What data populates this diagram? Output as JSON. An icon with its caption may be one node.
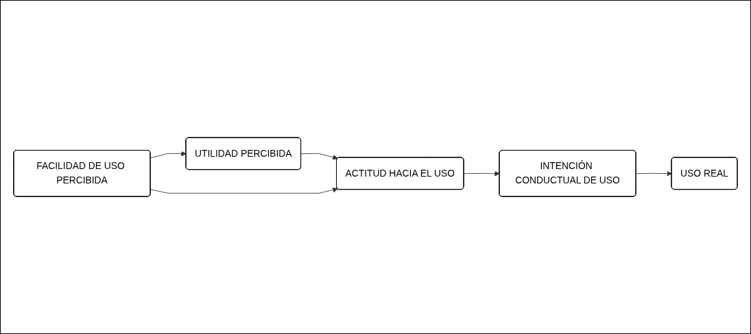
{
  "diagram": {
    "nodes": [
      {
        "text": [
          "UTILIDAD PERCIBIDA"
        ]
      },
      {
        "text": [
          "FACILIDAD DE USO PERCIBIDA"
        ]
      },
      {
        "text": [
          "ACTITUD HACIA EL USO"
        ]
      },
      {
        "text": [
          "INTENCIÓN CONDUCTUAL DE USO"
        ]
      },
      {
        "text": [
          "USO REAL"
        ]
      }
    ],
    "edges": [
      {
        "from": 1,
        "to": 0,
        "arrow": "to"
      },
      {
        "from": 0,
        "to": 2,
        "arrow": "to"
      },
      {
        "from": 1,
        "to": 2,
        "arrow": "to"
      },
      {
        "from": 2,
        "to": 3,
        "arrow": "to"
      },
      {
        "from": 3,
        "to": 4,
        "arrow": "to"
      }
    ]
  }
}
